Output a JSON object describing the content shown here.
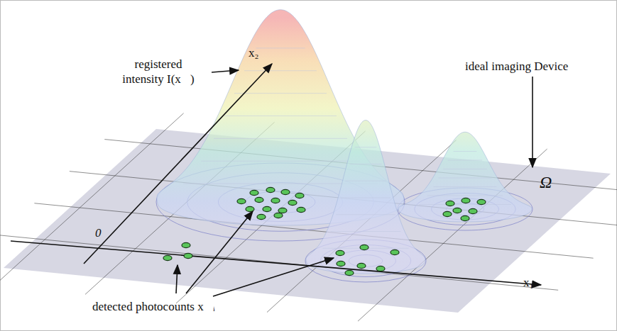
{
  "diagram": {
    "labels": [
      "registered intensity I(x⃗)",
      "x₂",
      "ideal imaging Device",
      "Ω",
      "0",
      "x₁",
      "detected photocounts x⃗ᵢ"
    ]
  }
}
